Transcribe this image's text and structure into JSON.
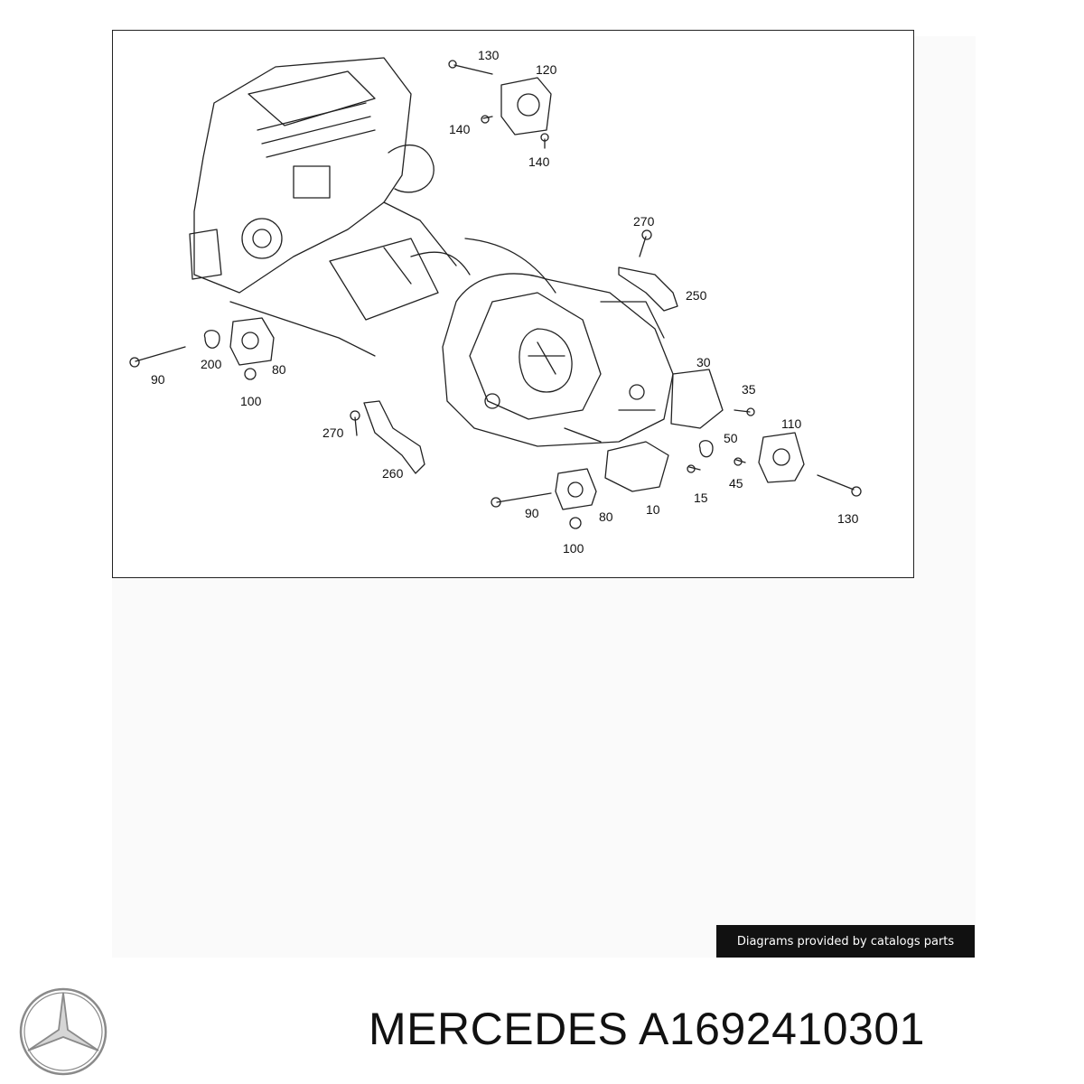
{
  "diagram": {
    "callouts": [
      {
        "id": "c130a",
        "text": "130"
      },
      {
        "id": "c120",
        "text": "120"
      },
      {
        "id": "c140a",
        "text": "140"
      },
      {
        "id": "c140b",
        "text": "140"
      },
      {
        "id": "c270a",
        "text": "270"
      },
      {
        "id": "c250",
        "text": "250"
      },
      {
        "id": "c200",
        "text": "200"
      },
      {
        "id": "c90a",
        "text": "90"
      },
      {
        "id": "c80a",
        "text": "80"
      },
      {
        "id": "c100a",
        "text": "100"
      },
      {
        "id": "c30",
        "text": "30"
      },
      {
        "id": "c35",
        "text": "35"
      },
      {
        "id": "c110",
        "text": "110"
      },
      {
        "id": "c270b",
        "text": "270"
      },
      {
        "id": "c260",
        "text": "260"
      },
      {
        "id": "c50",
        "text": "50"
      },
      {
        "id": "c45",
        "text": "45"
      },
      {
        "id": "c15",
        "text": "15"
      },
      {
        "id": "c10",
        "text": "10"
      },
      {
        "id": "c90b",
        "text": "90"
      },
      {
        "id": "c80b",
        "text": "80"
      },
      {
        "id": "c100b",
        "text": "100"
      },
      {
        "id": "c130b",
        "text": "130"
      }
    ]
  },
  "credit": "Diagrams provided by catalogs parts",
  "title": "MERCEDES A1692410301",
  "icons": {
    "logo": "mercedes-star-logo-icon"
  },
  "colors": {
    "line": "#222222",
    "credit_bg": "#111111",
    "credit_text": "#ffffff"
  }
}
